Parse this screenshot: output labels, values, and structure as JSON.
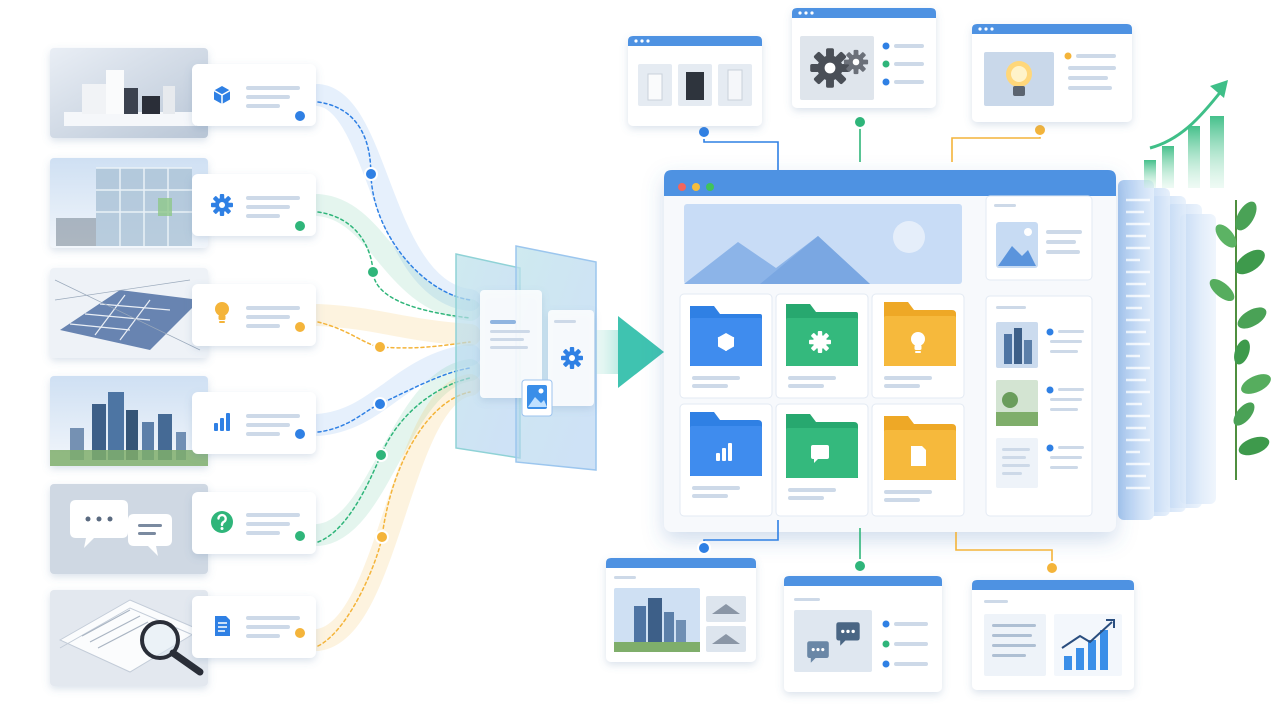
{
  "colors": {
    "blue": "#2f80e4",
    "green": "#2fb57a",
    "yellow": "#f4b43a",
    "frame_blue": "#5b9be6",
    "light_bg": "#eef4fb",
    "line": "#c9d8ea"
  },
  "sources": [
    {
      "icon": "cube-icon",
      "color": "#2f80e4",
      "image": "appliance-product-photo"
    },
    {
      "icon": "gear-icon",
      "color": "#2f80e4",
      "image": "glass-office-photo"
    },
    {
      "icon": "lightbulb-icon",
      "color": "#f4b43a",
      "image": "floor-plan-photo"
    },
    {
      "icon": "bar-chart-icon",
      "color": "#2f80e4",
      "image": "city-skyline-photo"
    },
    {
      "icon": "question-icon",
      "color": "#2fb57a",
      "image": "chat-bubbles-photo"
    },
    {
      "icon": "document-icon",
      "color": "#2f80e4",
      "image": "magnifier-documents-photo"
    }
  ],
  "folders": [
    {
      "icon": "cube-icon",
      "color": "#2f80e4"
    },
    {
      "icon": "gear-icon",
      "color": "#2fb57a"
    },
    {
      "icon": "lightbulb-icon",
      "color": "#f4b43a"
    },
    {
      "icon": "bar-chart-icon",
      "color": "#2f80e4"
    },
    {
      "icon": "chat-icon",
      "color": "#2fb57a"
    },
    {
      "icon": "document-icon",
      "color": "#f4b43a"
    }
  ],
  "top_cards": [
    {
      "content": "appliances-thumbnails",
      "dot": "#2f80e4"
    },
    {
      "content": "gears-thumbnail",
      "dot": "#2fb57a"
    },
    {
      "content": "lightbulb-thumbnail",
      "dot": "#f4b43a"
    }
  ],
  "bottom_cards": [
    {
      "content": "skyline-thumbnails",
      "dot": "#2f80e4"
    },
    {
      "content": "chat-thumbnail",
      "dot": "#2fb57a"
    },
    {
      "content": "growth-chart-thumbnail",
      "dot": "#f4b43a"
    }
  ]
}
